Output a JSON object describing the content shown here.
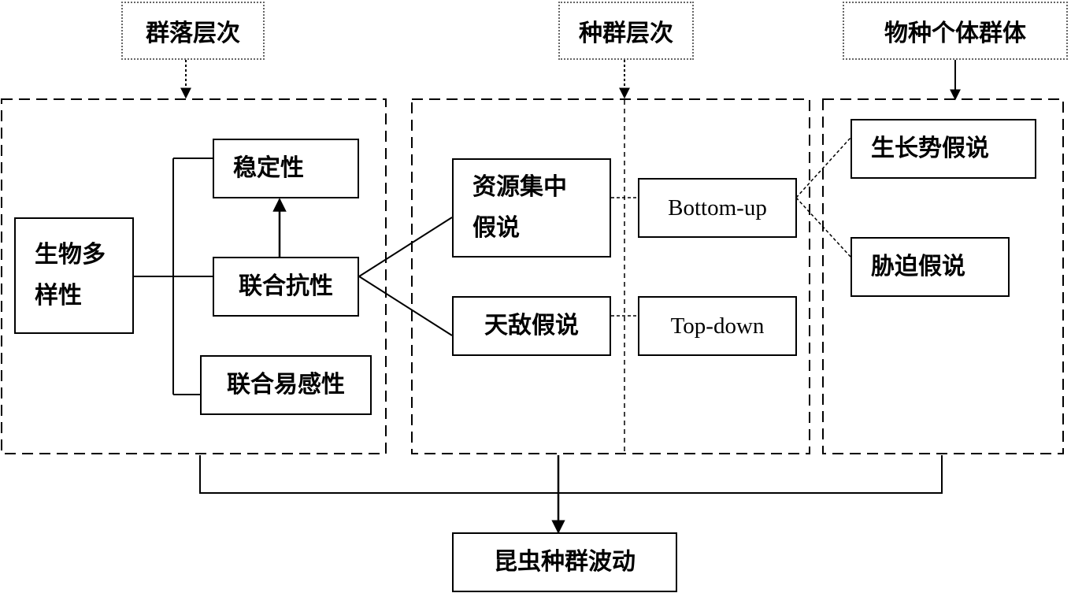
{
  "levels": {
    "community": "群落层次",
    "population": "种群层次",
    "species": "物种个体群体"
  },
  "community_nodes": {
    "biodiversity": "生物多样性",
    "stability": "稳定性",
    "associational_resistance": "联合抗性",
    "associational_susceptibility": "联合易感性"
  },
  "population_nodes": {
    "resource_concentration": "资源集中假说",
    "natural_enemies": "天敌假说",
    "bottom_up": "Bottom-up",
    "top_down": "Top-down"
  },
  "species_nodes": {
    "plant_vigor": "生长势假说",
    "plant_stress": "胁迫假说"
  },
  "outcome": "昆虫种群波动"
}
